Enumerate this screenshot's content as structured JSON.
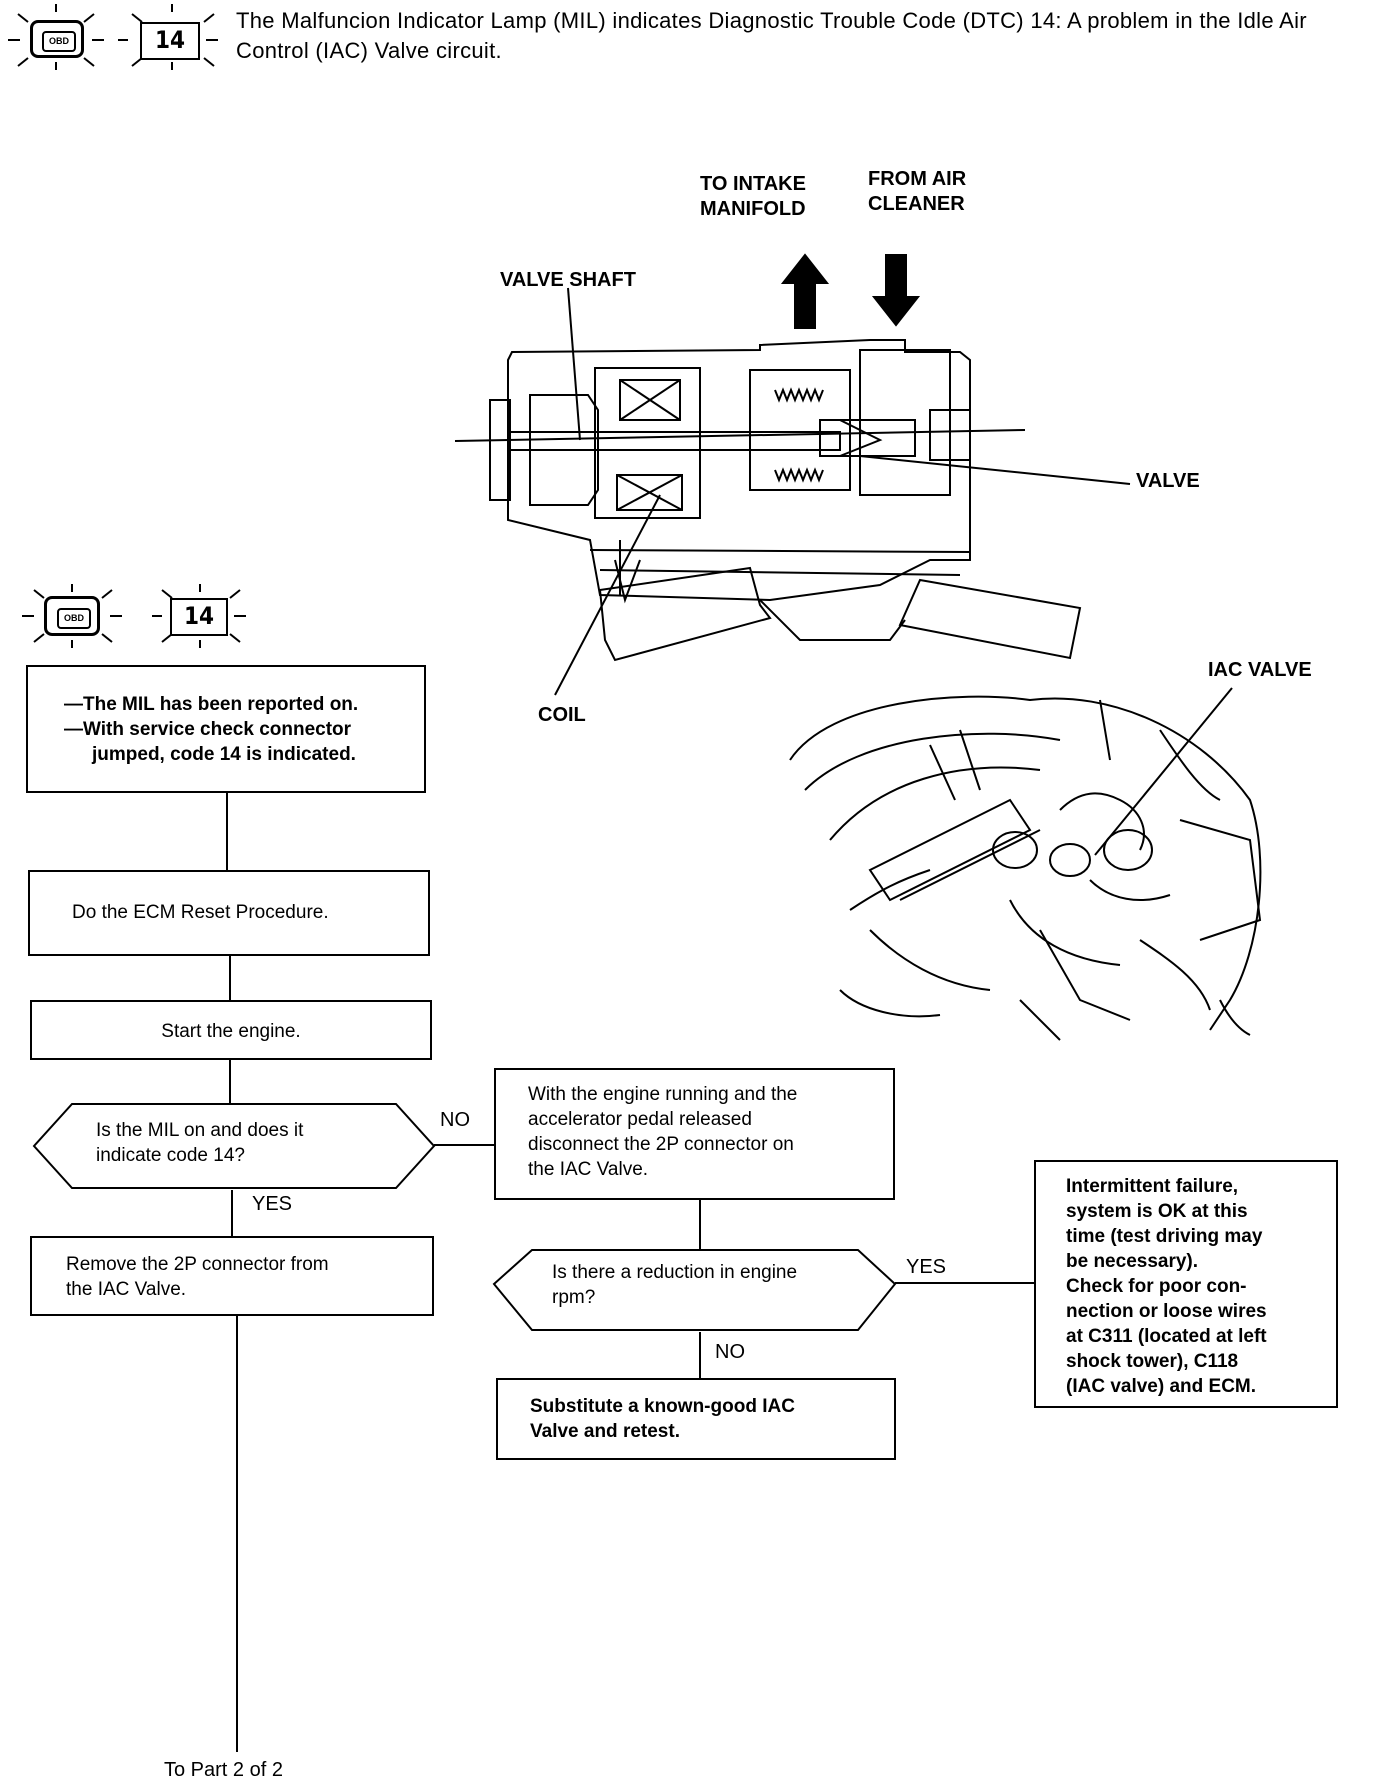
{
  "header": {
    "code": "14",
    "text": "The Malfuncion Indicator Lamp (MIL) indicates Diagnostic Trouble Code (DTC) 14: A problem in the Idle Air Control (IAC) Valve circuit."
  },
  "mil_badge": {
    "code": "14",
    "icon_text": "OBD"
  },
  "diagram": {
    "to_intake": [
      "TO INTAKE",
      "MANIFOLD"
    ],
    "from_air": [
      "FROM AIR",
      "CLEANER"
    ],
    "valve_shaft": "VALVE SHAFT",
    "valve": "VALVE",
    "coil": "COIL",
    "iac_valve": "IAC VALVE"
  },
  "flow": {
    "start_box": [
      "—The MIL has been reported on.",
      "—With service check connector",
      "jumped, code 14 is indicated."
    ],
    "reset_box": "Do the ECM Reset Procedure.",
    "start_engine_box": "Start the engine.",
    "question1": [
      "Is the MIL on and does it",
      "indicate code 14?"
    ],
    "no_label_1": "NO",
    "yes_label_1": "YES",
    "remove_box": [
      "Remove the 2P connector from",
      "the IAC Valve."
    ],
    "engine_running_box": [
      "With the engine running and the",
      "accelerator pedal released",
      "disconnect the 2P connector on",
      "the IAC Valve."
    ],
    "question2": [
      "Is there a reduction in engine",
      "rpm?"
    ],
    "yes_label_2": "YES",
    "no_label_2": "NO",
    "substitute_box": [
      "Substitute a known-good IAC",
      "Valve and retest."
    ],
    "intermittent_box": [
      "Intermittent failure,",
      "system is OK at this",
      "time (test driving may",
      "be necessary).",
      "Check for poor con-",
      "nection or loose wires",
      "at C311 (located at left",
      "shock tower), C118",
      "(IAC valve) and ECM."
    ],
    "to_part": "To Part 2 of 2"
  }
}
